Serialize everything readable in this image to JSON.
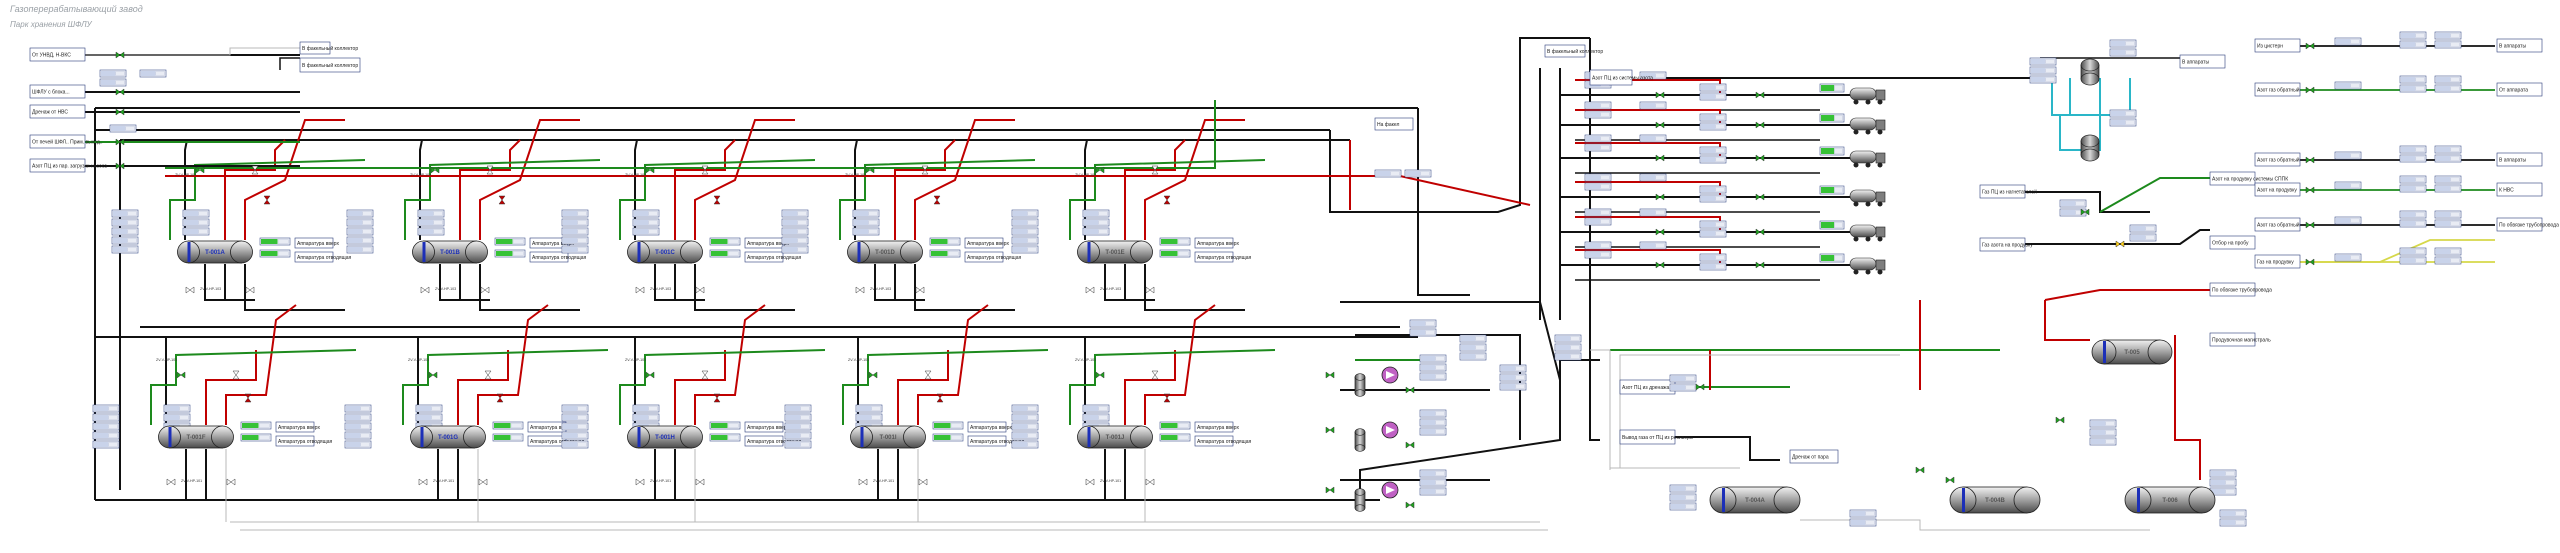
{
  "header": {
    "title": "Газоперерабатывающий завод",
    "subtitle": "Парк хранения ШФЛУ"
  },
  "tanks_top": [
    {
      "tag": "T-001A",
      "blue": true
    },
    {
      "tag": "T-001B",
      "blue": true
    },
    {
      "tag": "T-001C",
      "blue": true
    },
    {
      "tag": "T-001D",
      "blue": false
    },
    {
      "tag": "T-001E",
      "blue": false
    }
  ],
  "tanks_bottom": [
    {
      "tag": "T-001F",
      "blue": false
    },
    {
      "tag": "T-001G",
      "blue": true
    },
    {
      "tag": "T-001H",
      "blue": true
    },
    {
      "tag": "T-001I",
      "blue": false
    },
    {
      "tag": "T-001J",
      "blue": false
    }
  ],
  "valve_labels": {
    "top": "ZV-V-HP-103",
    "bottom": "ZV-V-HP-101"
  },
  "status_labels": [
    "Аппаратура вверх",
    "Аппаратура отводящая"
  ],
  "left_lines": [
    "От УНВД, Н-ВКС",
    "ШФЛУ с блока...",
    "Дренаж от НВС",
    "От печей ШФЛ.. Прим. выход..",
    "Азот ПЦ из пар. загрузки насоса"
  ],
  "top_right_lines": [
    "В факельный коллектор",
    "На факел",
    "В факельный коллектор",
    "В факельный коллектор"
  ],
  "mid_lines": [
    "Азот ПЦ из дренажа",
    "Вывод газа от ПЦ из ресивера",
    "Дренаж от пара"
  ],
  "right_lines": [
    "Азот ПЦ из системы азота",
    "Газ ПЦ из нагнетателей",
    "Азот на продувку системы СППК",
    "Газ азота на продувку",
    "Отбор на пробу"
  ],
  "far_right_lines": [
    "Из цистерн",
    "Азот газ обратный",
    "Азот газ обратный",
    "Азот на продувку",
    "Азот газ обратный",
    "Газ на продувку"
  ],
  "far_right_targets": [
    "В аппараты",
    "От аппарата",
    "В аппараты",
    "К НВС",
    "По обвязке трубопровода",
    "По обвязке трубопровода",
    "Продувочная магистраль"
  ],
  "loading_stations": 6,
  "aux_tanks": [
    {
      "tag": "T-004A"
    },
    {
      "tag": "T-004B"
    },
    {
      "tag": "T-005"
    },
    {
      "tag": "T-006"
    }
  ],
  "colors": {
    "gas_line": "#c00000",
    "liquid_line": "#1d8a1d",
    "process_line": "#111111",
    "nitrogen_line": "#2ab6c8",
    "drain_line": "#b9b9b9",
    "tank_tag_blue": "#1c2fb8",
    "valve_open": "#1fa31f"
  }
}
